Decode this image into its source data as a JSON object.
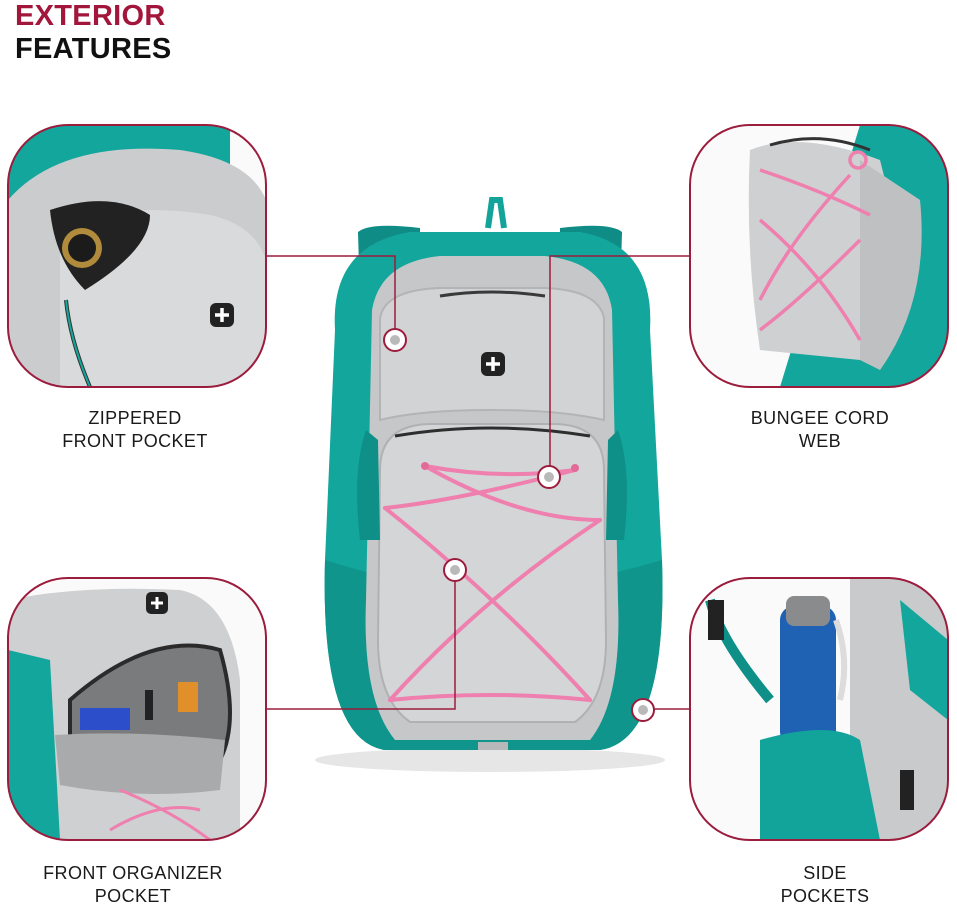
{
  "heading": {
    "line1": "EXTERIOR",
    "line2": "FEATURES",
    "line1_color": "#a3163b",
    "line2_color": "#111111"
  },
  "features": [
    {
      "line1": "ZIPPERED",
      "line2": "FRONT POCKET",
      "icon": "backpack-front-pocket-closeup"
    },
    {
      "line1": "BUNGEE CORD",
      "line2": "WEB",
      "icon": "bungee-cord-closeup"
    },
    {
      "line1": "FRONT ORGANIZER",
      "line2": "POCKET",
      "icon": "organizer-pocket-closeup"
    },
    {
      "line1": "SIDE",
      "line2": "POCKETS",
      "icon": "side-pocket-bottle-closeup"
    }
  ],
  "colors": {
    "accent": "#9b1c3d",
    "teal": "#12a39a",
    "teal_dark": "#0d7f79",
    "gray_body": "#c9cacb",
    "gray_light": "#d7d8d9",
    "pink_cord": "#ef7fae",
    "bottle_blue": "#1f62b4"
  }
}
